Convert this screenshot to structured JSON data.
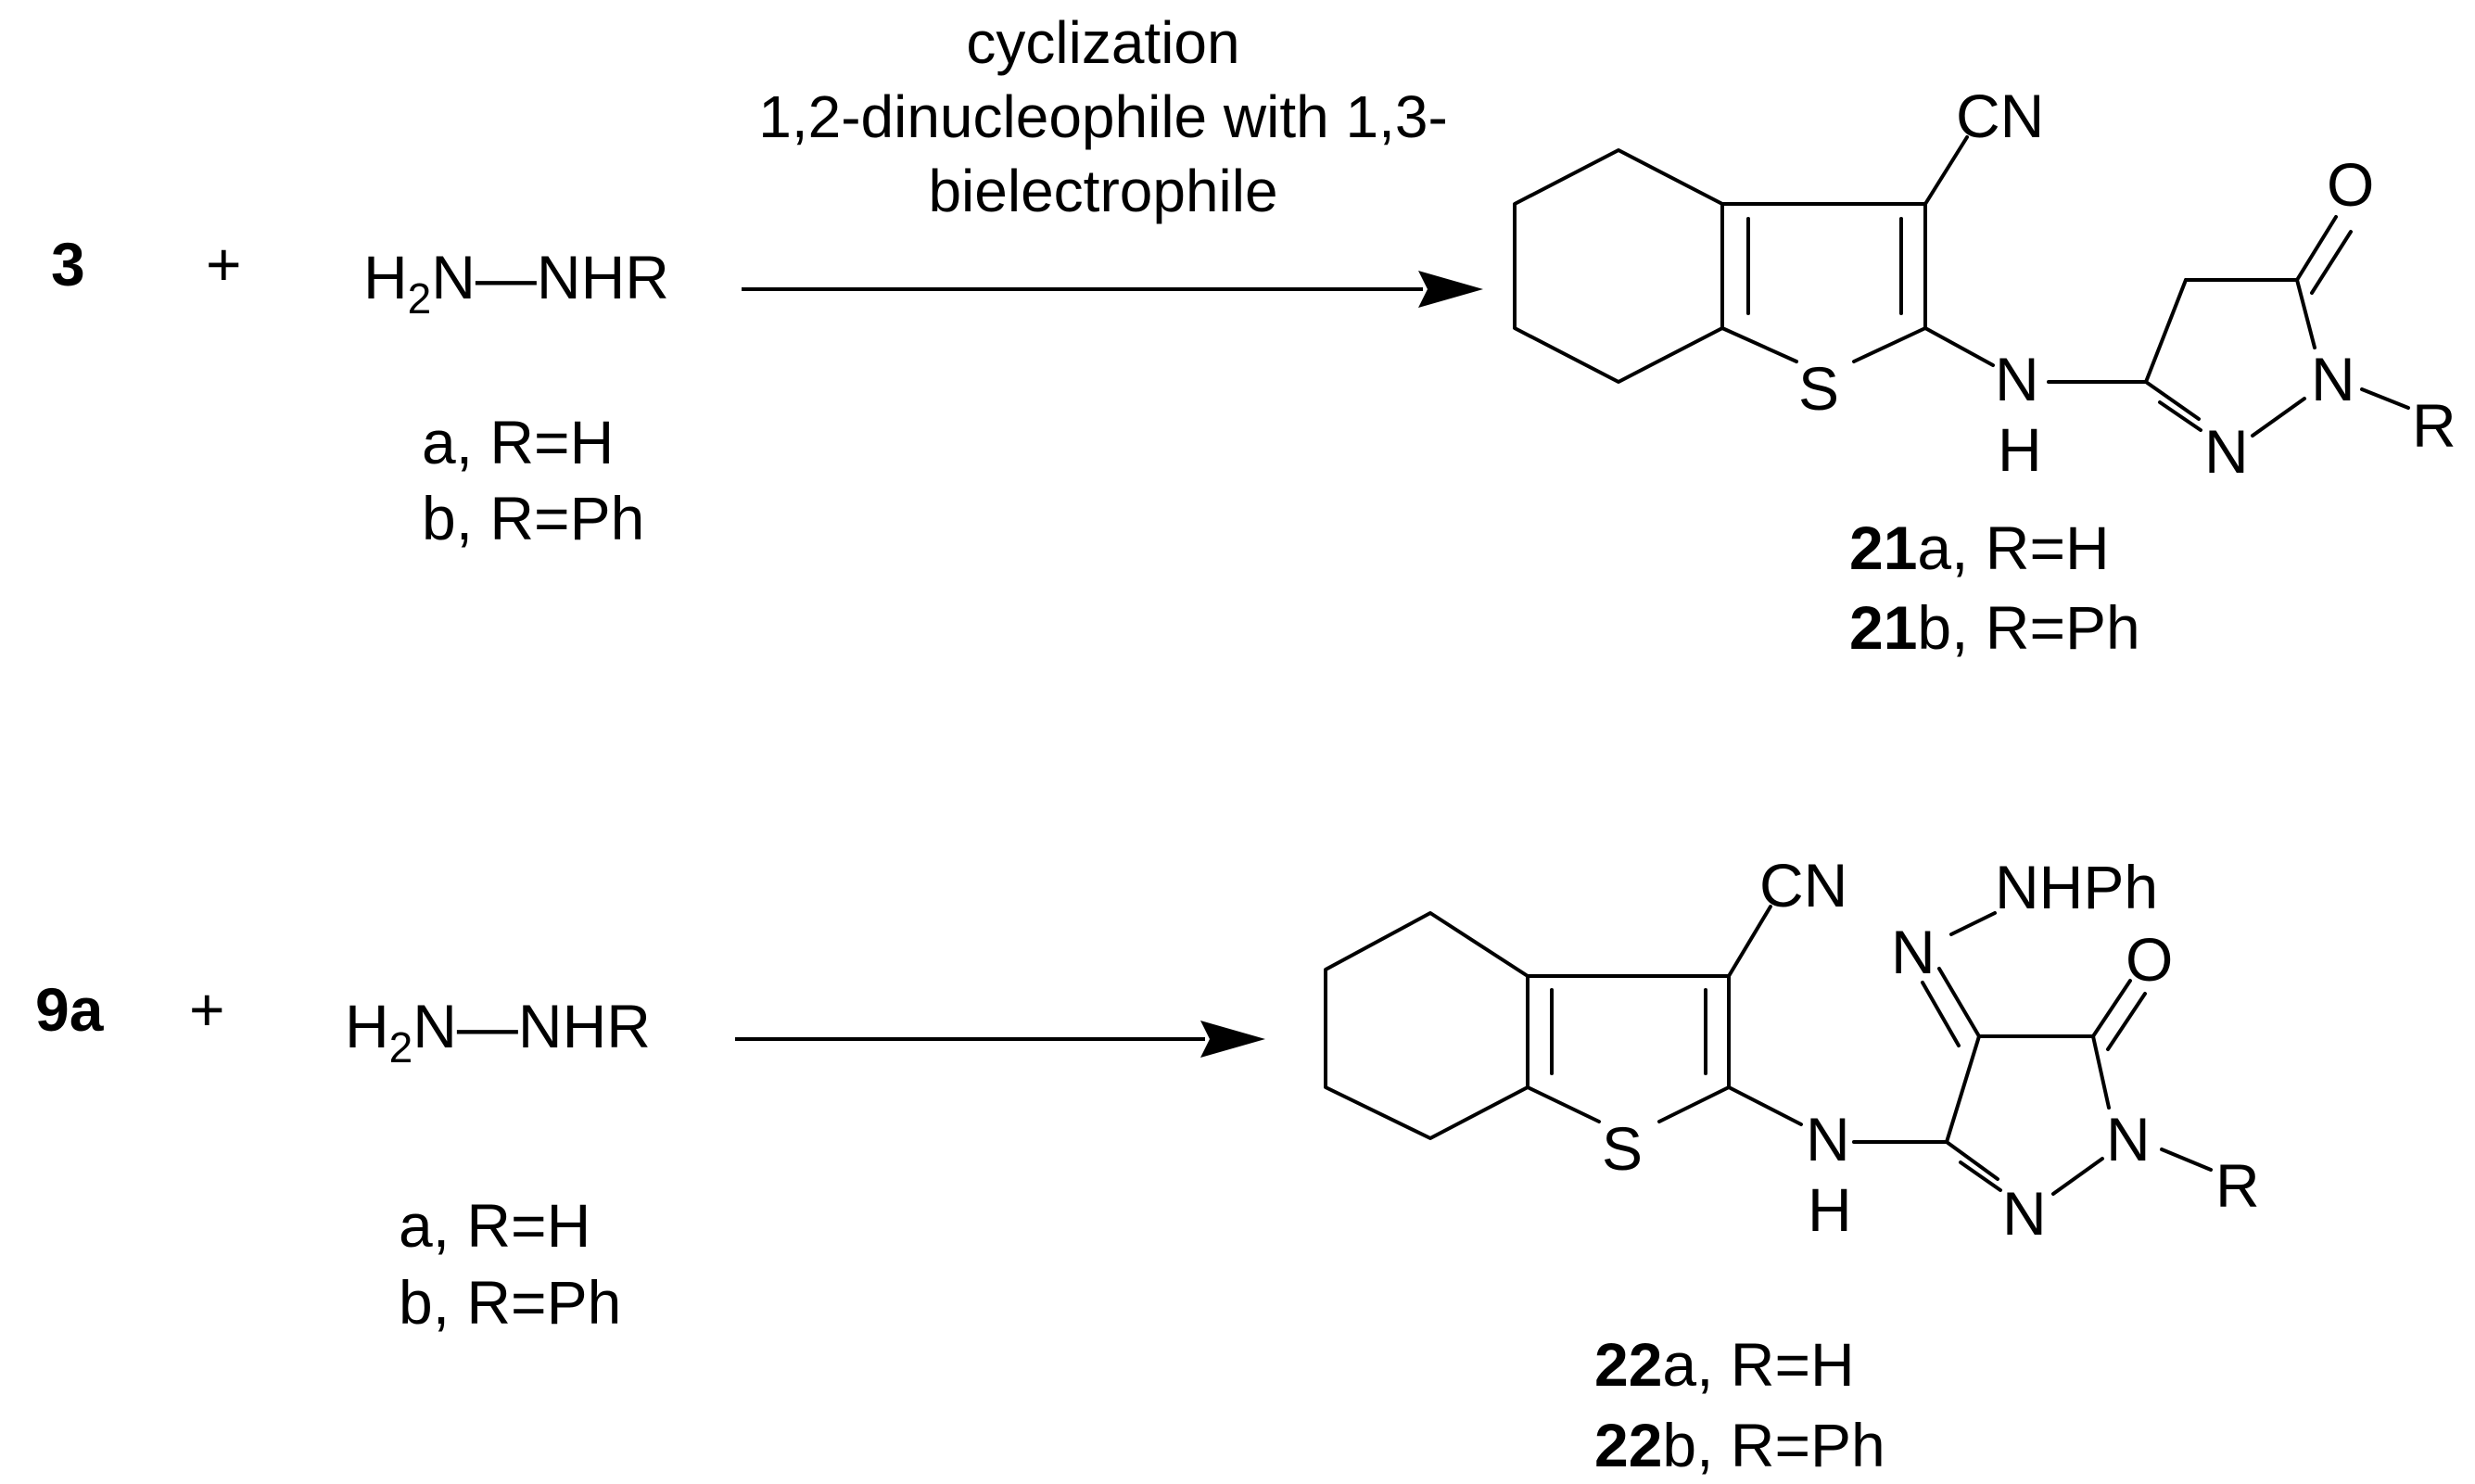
{
  "reaction1": {
    "reactant_label": "3",
    "plus": "+",
    "reagent": {
      "h": "H",
      "sub": "2",
      "rest": "N—NHR"
    },
    "variants": [
      "a, R=H",
      "b, R=Ph"
    ],
    "conditions": [
      "cyclization",
      "1,2-dinucleophile with 1,3-",
      "bielectrophile"
    ],
    "product": {
      "atoms": {
        "cn": "CN",
        "o": "O",
        "s": "S",
        "nh_n": "N",
        "nh_h": "H",
        "n1": "N",
        "n2": "N",
        "r": "R"
      },
      "labels": [
        {
          "num": "21",
          "rest": "a, R=H"
        },
        {
          "num": "21",
          "rest": "b, R=Ph"
        }
      ]
    }
  },
  "reaction2": {
    "reactant_label": "9a",
    "plus": "+",
    "reagent": {
      "h": "H",
      "sub": "2",
      "rest": "N—NHR"
    },
    "variants": [
      "a, R=H",
      "b, R=Ph"
    ],
    "product": {
      "atoms": {
        "cn": "CN",
        "hydrazone_n": "N",
        "nhph": "NHPh",
        "o": "O",
        "s": "S",
        "nh_n": "N",
        "nh_h": "H",
        "n1": "N",
        "n2": "N",
        "r": "R"
      },
      "labels": [
        {
          "num": "22",
          "rest": "a, R=H"
        },
        {
          "num": "22",
          "rest": "b, R=Ph"
        }
      ]
    }
  }
}
